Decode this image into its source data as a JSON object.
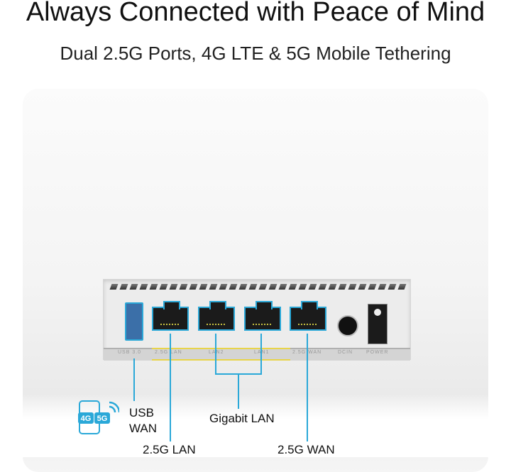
{
  "title": "Always Connected with Peace of Mind",
  "subtitle": "Dual 2.5G Ports, 4G LTE & 5G Mobile Tethering",
  "panel_labels": [
    "USB 3.0",
    "2.5G LAN",
    "LAN2",
    "LAN1",
    "2.5G WAN",
    "DCIN",
    "POWER"
  ],
  "callouts": {
    "usb_wan": [
      "USB",
      "WAN"
    ],
    "lan25": "2.5G LAN",
    "gigabit": "Gigabit LAN",
    "wan25": "2.5G WAN"
  },
  "icon": {
    "name": "phone-4g-5g-icon",
    "text_4g": "4G",
    "text_5g": "5G"
  },
  "colors": {
    "accent": "#2aa8d8",
    "lan_strip": "#e8d44a"
  }
}
